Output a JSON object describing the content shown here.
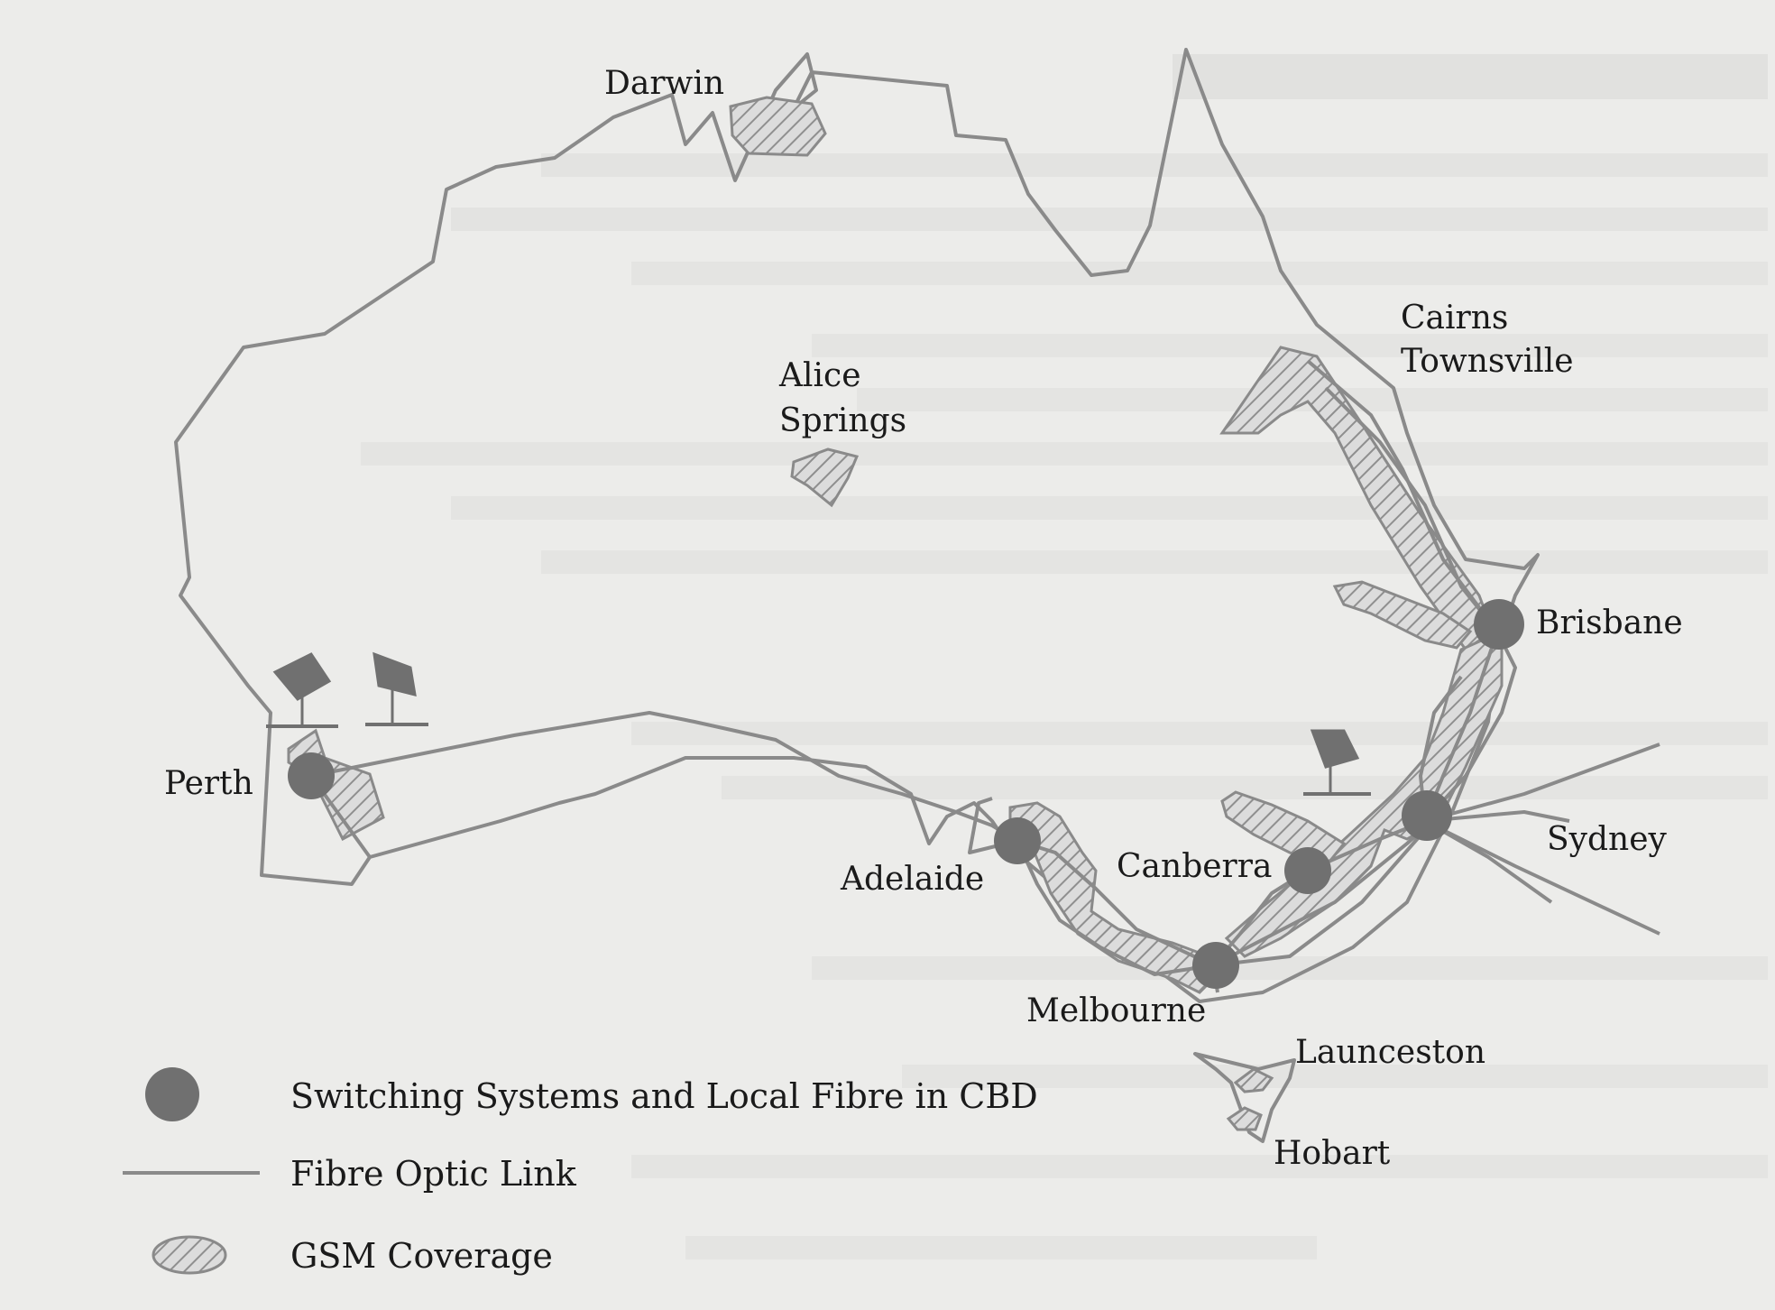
{
  "map": {
    "colors": {
      "line": "#8a8a8a",
      "node": "#707070",
      "hatch_fill": "#dcdcdc",
      "hatch_line": "#8f8f8f",
      "text": "#1a1a1a",
      "background": "#ececea"
    },
    "cities": {
      "darwin": "Darwin",
      "cairns": "Cairns",
      "townsville": "Townsville",
      "alice": "Alice",
      "springs": "Springs",
      "brisbane": "Brisbane",
      "perth": "Perth",
      "sydney": "Sydney",
      "adelaide": "Adelaide",
      "canberra": "Canberra",
      "melbourne": "Melbourne",
      "launceston": "Launceston",
      "hobart": "Hobart"
    },
    "icons": [
      "satellite-dish-icon",
      "satellite-dish-icon",
      "satellite-dish-icon"
    ]
  },
  "legend": {
    "items": [
      {
        "icon": "switching-node-icon",
        "label": "Switching Systems and Local Fibre in CBD"
      },
      {
        "icon": "fibre-line-icon",
        "label": "Fibre Optic Link"
      },
      {
        "icon": "gsm-hatch-icon",
        "label": "GSM Coverage"
      }
    ]
  }
}
